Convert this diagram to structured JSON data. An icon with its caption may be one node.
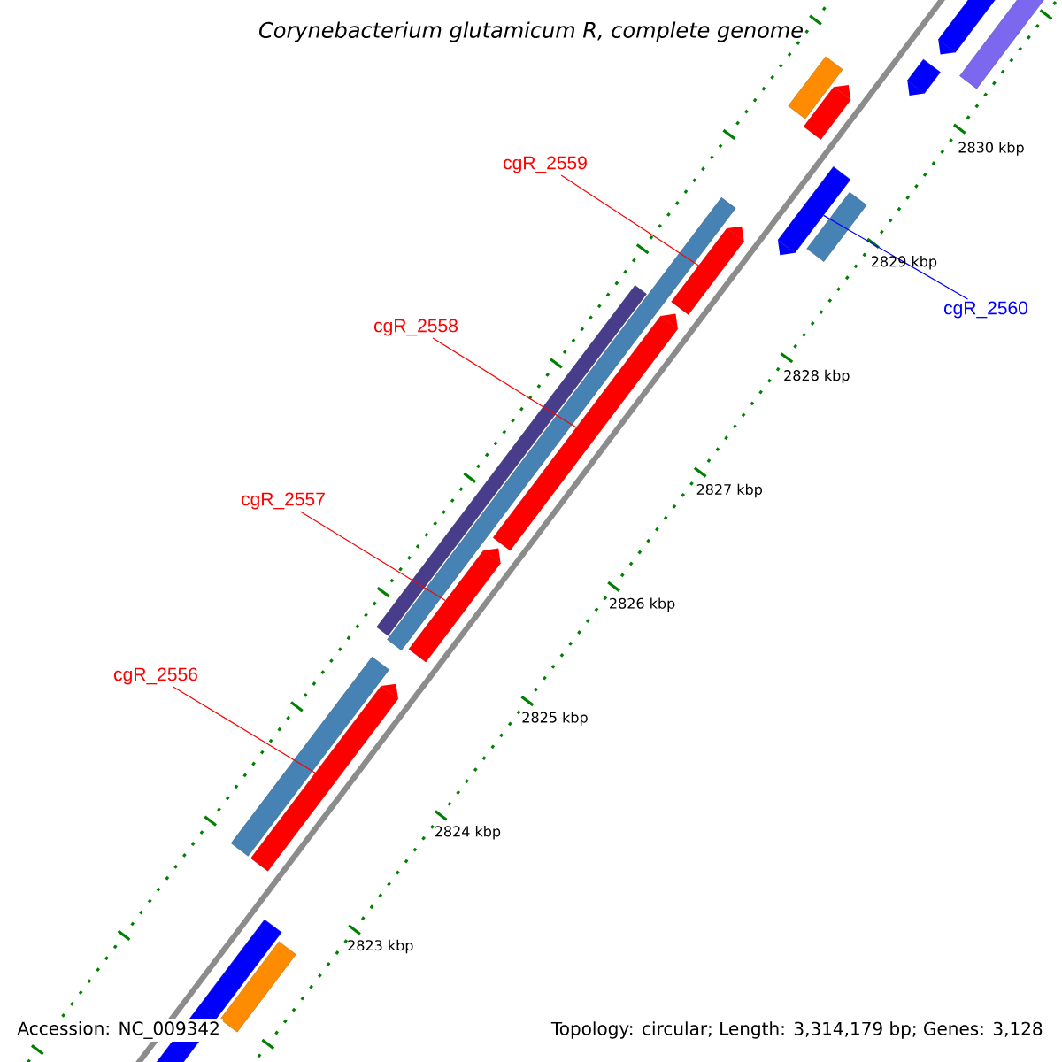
{
  "diagram": {
    "title": "Corynebacterium glutamicum R, complete genome",
    "nodes": [
      {
        "text": [
          "cgR_2559"
        ]
      },
      {
        "text": [],
        "shape": "bar"
      },
      {
        "text": [
          "cgR_2558"
        ]
      },
      {
        "text": [],
        "shape": "bar"
      },
      {
        "text": [
          "cgR_2557"
        ]
      },
      {
        "text": [],
        "shape": "bar"
      },
      {
        "text": [
          "cgR_2556"
        ]
      },
      {
        "text": [],
        "shape": "bar"
      },
      {
        "text": [
          "cgR_2560"
        ]
      },
      {
        "text": [],
        "shape": "bar"
      }
    ],
    "edges": [
      {
        "from": 0,
        "to": 1,
        "arrow": "none"
      },
      {
        "from": 2,
        "to": 3,
        "arrow": "none"
      },
      {
        "from": 4,
        "to": 5,
        "arrow": "none"
      },
      {
        "from": 6,
        "to": 7,
        "arrow": "none"
      },
      {
        "from": 8,
        "to": 9,
        "arrow": "none",
        "color": "#0000ff"
      }
    ],
    "labels": [
      "2830 kbp",
      "2829 kbp",
      "2828 kbp",
      "2827 kbp",
      "2826 kbp",
      "2825 kbp",
      "2824 kbp",
      "2823 kbp",
      "Accession: NC_009342",
      "Topology: circular; Length: 3,314,179 bp; Genes: 3,128"
    ]
  }
}
